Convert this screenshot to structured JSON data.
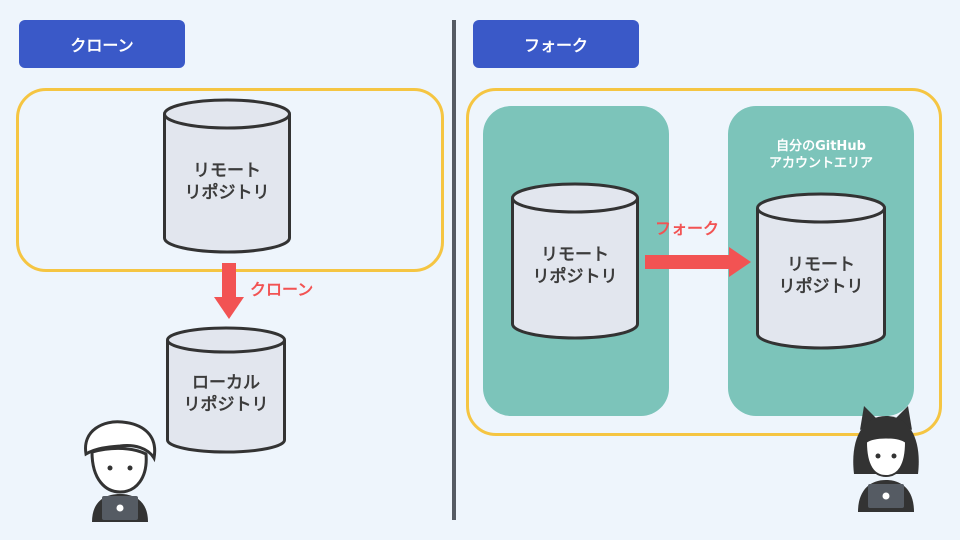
{
  "left": {
    "tab_label": "クローン",
    "remote_repo": {
      "line1": "リモート",
      "line2": "リポジトリ"
    },
    "arrow_label": "クローン",
    "local_repo": {
      "line1": "ローカル",
      "line2": "リポジトリ"
    }
  },
  "right": {
    "tab_label": "フォーク",
    "source_repo": {
      "line1": "リモート",
      "line2": "リポジトリ"
    },
    "arrow_label": "フォーク",
    "own_area": {
      "line1": "自分のGitHub",
      "line2": "アカウントエリア"
    },
    "forked_repo": {
      "line1": "リモート",
      "line2": "リポジトリ"
    }
  },
  "colors": {
    "tab": "#3a59c8",
    "outline": "#f5c542",
    "panel": "#7cc4ba",
    "arrow": "#f25353",
    "cylinder_fill": "#e2e6ee",
    "cylinder_stroke": "#333333"
  },
  "icons": [
    "person-with-laptop-icon",
    "cat-ear-person-with-laptop-icon"
  ]
}
